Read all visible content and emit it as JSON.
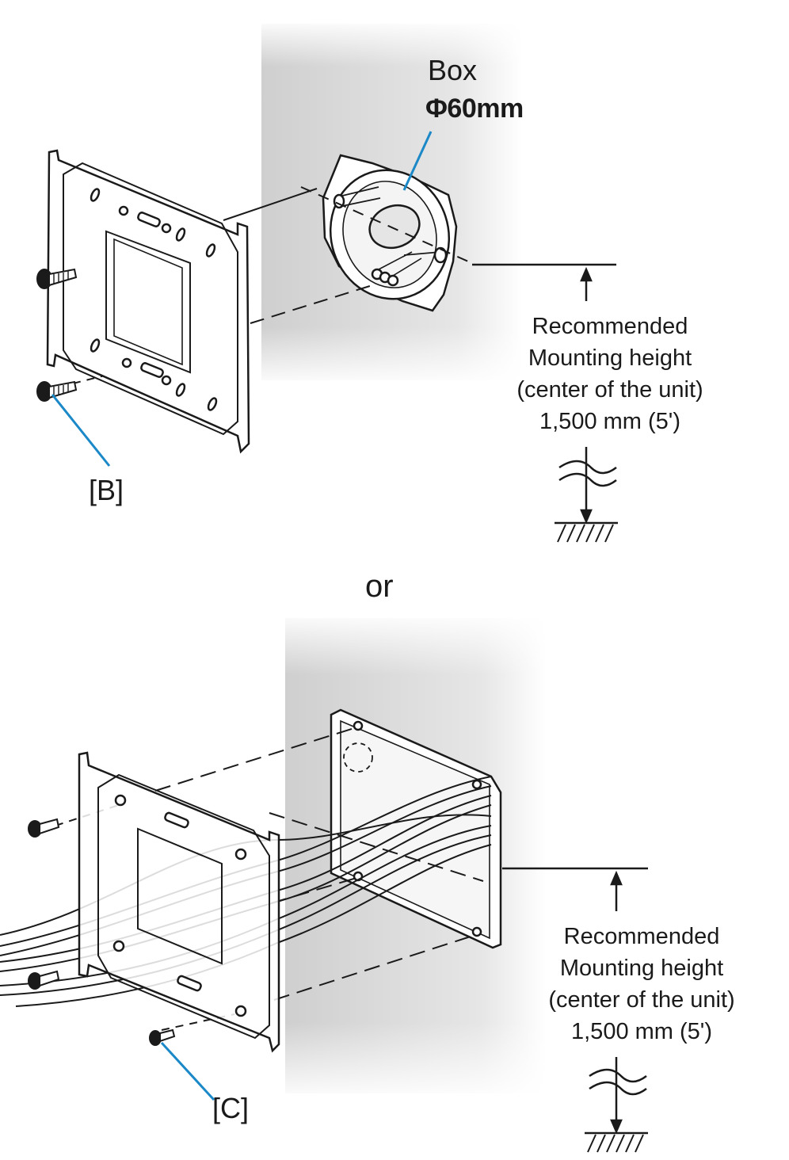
{
  "figure_1": {
    "box_label": "Box",
    "box_size": "Φ60mm",
    "screw_label": "[B]",
    "height_note": {
      "line1": "Recommended",
      "line2": "Mounting height",
      "line3": "(center of the unit)",
      "line4": "1,500 mm (5')"
    }
  },
  "separator": "or",
  "figure_2": {
    "screw_label": "[C]",
    "height_note": {
      "line1": "Recommended",
      "line2": "Mounting height",
      "line3": "(center of the unit)",
      "line4": "1,500 mm (5')"
    }
  },
  "colors": {
    "line": "#1a1a1a",
    "callout_leader": "#1b88c7",
    "wall_shadow": "#d9d9d9"
  }
}
